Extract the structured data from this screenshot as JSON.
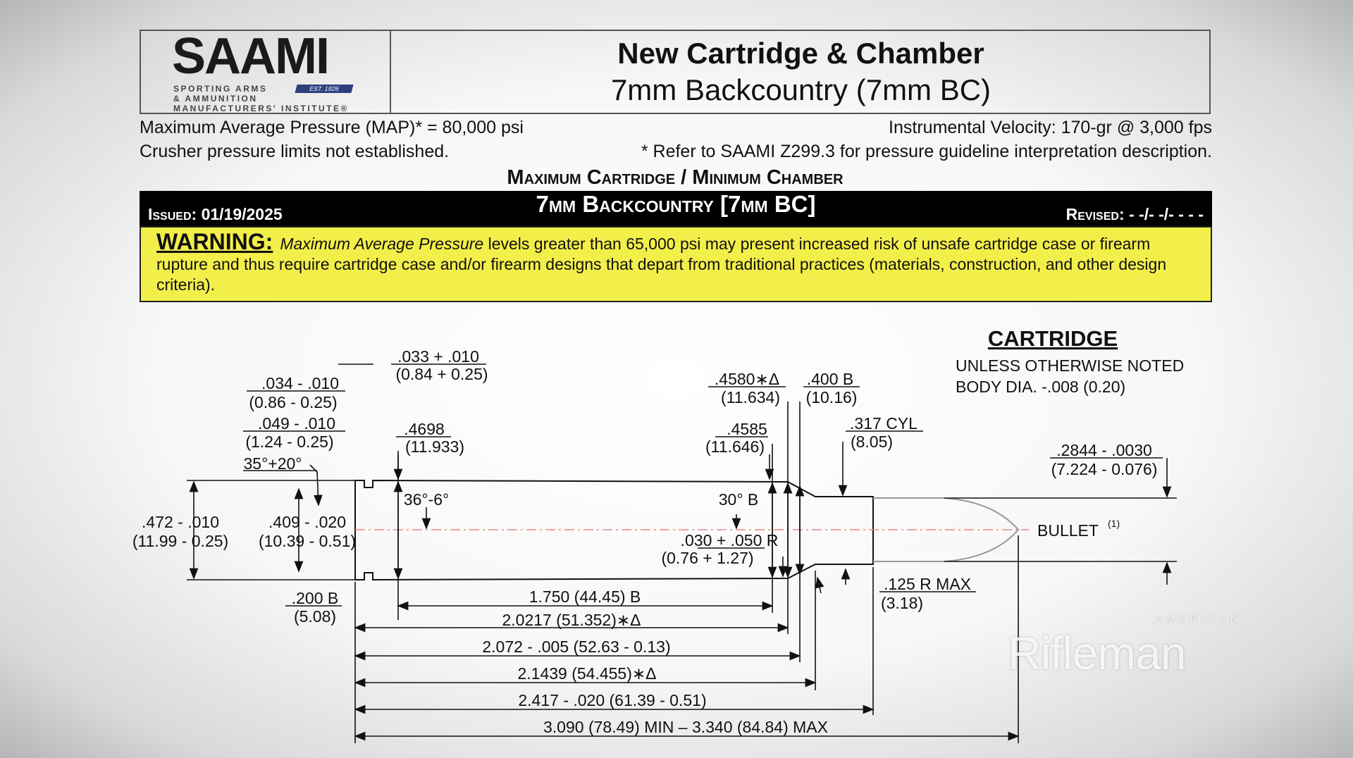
{
  "header": {
    "logo": {
      "name": "SAAMI",
      "line1": "SPORTING ARMS",
      "line2": "& AMMUNITION",
      "line3": "MANUFACTURERS' INSTITUTE®",
      "est": "EST. 1926"
    },
    "title_line1": "New Cartridge & Chamber",
    "title_line2": "7mm Backcountry (7mm BC)"
  },
  "info": {
    "map": "Maximum Average Pressure (MAP)* = 80,000 psi",
    "velocity": "Instrumental Velocity:  170-gr @ 3,000 fps",
    "crusher": "Crusher pressure limits not established.",
    "refer": "* Refer to SAAMI Z299.3 for pressure guideline interpretation description."
  },
  "section_heading": "Maximum Cartridge / Minimum Chamber",
  "bar": {
    "issued": "Issued:  01/19/2025",
    "title": "7mm Backcountry [7mm BC]",
    "revised": "Revised:  - -/- -/- - - -"
  },
  "warning": {
    "label": "WARNING:",
    "italic": "Maximum Average Pressure",
    "text": " levels greater than 65,000 psi may present increased risk of unsafe cartridge case or firearm rupture and thus require cartridge case and/or firearm designs that depart from traditional practices (materials, construction, and other design criteria)."
  },
  "notes": {
    "title": "CARTRIDGE",
    "line1": "UNLESS OTHERWISE NOTED",
    "line2": "BODY DIA. -.008 (0.20)"
  },
  "dims": {
    "d034": ".034 - .010",
    "d034m": "(0.86 - 0.25)",
    "d049": ".049 - .010",
    "d049m": "(1.24 - 0.25)",
    "a35": "35°+20°",
    "d472": ".472 - .010",
    "d472m": "(11.99 - 0.25)",
    "d409": ".409 - .020",
    "d409m": "(10.39 - 0.51)",
    "d200": ".200 B",
    "d200m": "(5.08)",
    "d033": ".033 + .010",
    "d033m": "(0.84 + 0.25)",
    "d4698": ".4698",
    "d4698m": "(11.933)",
    "a36": "36°-6°",
    "d4580": ".4580∗Δ",
    "d4580m": "(11.634)",
    "d400": ".400 B",
    "d400m": "(10.16)",
    "d4585": ".4585",
    "d4585m": "(11.646)",
    "d317": ".317 CYL",
    "d317m": "(8.05)",
    "a30": "30° B",
    "d030": ".030 + .050 R",
    "d030m": "(0.76 + 1.27)",
    "d125": ".125 R MAX",
    "d125m": "(3.18)",
    "d2844": ".2844 - .0030",
    "d2844m": "(7.224 - 0.076)",
    "bullet": "BULLET",
    "bullet_note": "(1)",
    "l1750": "1.750 (44.45) B",
    "l20217": "2.0217 (51.352)∗Δ",
    "l2072": "2.072 - .005 (52.63 - 0.13)",
    "l21439": "2.1439 (54.455)∗Δ",
    "l2417": "2.417 - .020 (61.39 - 0.51)",
    "l3090": "3.090 (78.49) MIN – 3.340 (84.84) MAX"
  },
  "watermark": {
    "small": "AMERICAN",
    "big": "Rifleman"
  }
}
